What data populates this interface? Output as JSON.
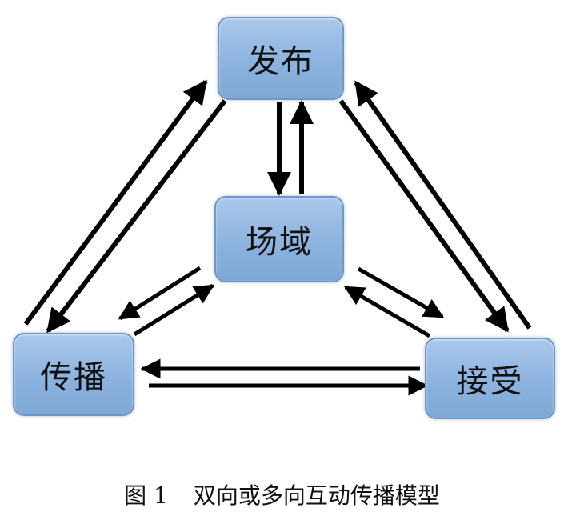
{
  "nodes": {
    "fabu": "发布",
    "changyu": "场域",
    "chuanbo": "传播",
    "jieshou": "接受"
  },
  "caption": {
    "figure_number": "图 1",
    "title": "双向或多向互动传播模型"
  },
  "colors": {
    "node_fill": "#8db3df",
    "node_border": "#6f97c7",
    "arrow": "#000000"
  }
}
